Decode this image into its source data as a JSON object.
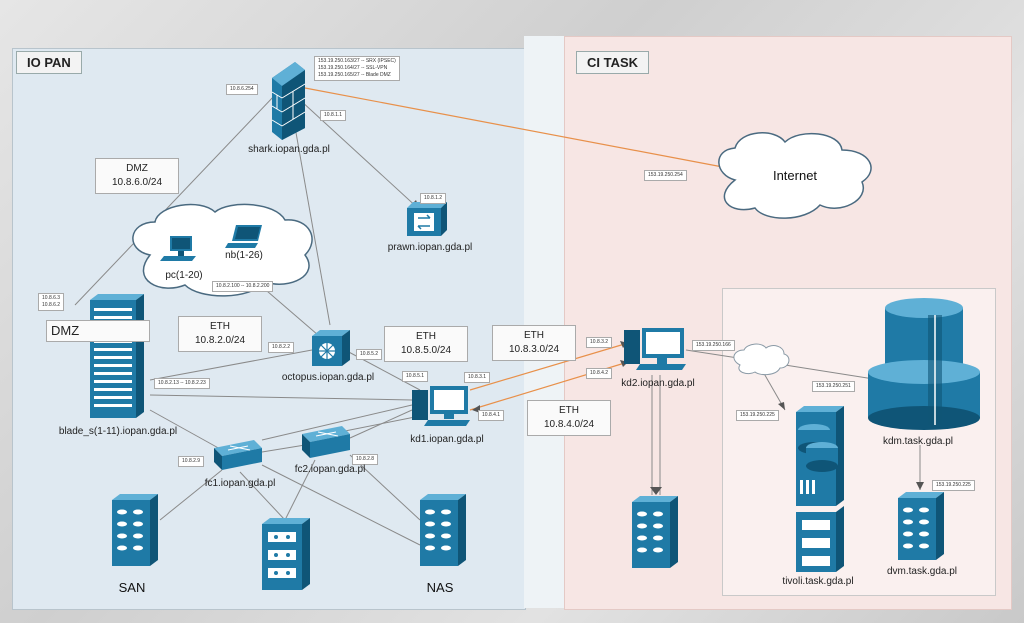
{
  "zones": {
    "left_title": "IO PAN",
    "right_title": "CI TASK"
  },
  "nodes": {
    "shark": "shark.iopan.gda.pl",
    "prawn": "prawn.iopan.gda.pl",
    "octopus": "octopus.iopan.gda.pl",
    "blade": "blade_s(1-11).iopan.gda.pl",
    "kd1": "kd1.iopan.gda.pl",
    "kd2": "kd2.iopan.gda.pl",
    "fc1": "fc1.iopan.gda.pl",
    "fc2": "fc2.iopan.gda.pl",
    "san": "SAN",
    "nas": "NAS",
    "kdm": "kdm.task.gda.pl",
    "tivoli": "tivoli.task.gda.pl",
    "dvm": "dvm.task.gda.pl",
    "pc": "pc(1-20)",
    "nb": "nb(1-26)",
    "internet": "Internet"
  },
  "network_boxes": {
    "dmz_title": "DMZ",
    "dmz_net": "10.8.6.0/24",
    "dmz_label": "DMZ",
    "eth_title": "ETH",
    "eth_net_2": "10.8.2.0/24",
    "eth_net_5": "10.8.5.0/24",
    "eth_net_3": "10.8.3.0/24",
    "eth_net_4": "10.8.4.0/24"
  },
  "ip_tags": {
    "shark_ips": [
      "153.19.250.163/27 -- SRX (IPSEC)",
      "153.19.250.164/27 -- SSL-VPN",
      "153.19.250.165/27 -- Blade DMZ"
    ],
    "shark_dmz": "10.8.6.254",
    "shark_1_1": "10.8.1.1",
    "prawn": "10.8.1.2",
    "blade_6": [
      "10.8.6.3",
      "10.8.6.2"
    ],
    "dhcp": "10.8.2.100 -- 10.8.2.200",
    "octopus_2": "10.8.2.2",
    "octopus_5": "10.8.5.2",
    "blade_2": "10.8.2.13 -- 10.8.2.23",
    "kd1_5": "10.8.5.1",
    "kd1_3": "10.8.3.1",
    "kd1_4": "10.8.4.1",
    "fc1": "10.8.2.9",
    "fc2": "10.8.2.8",
    "internet": "153.19.250.254",
    "kd2_3": "10.8.3.2",
    "kd2_4": "10.8.4.2",
    "kd2_ext": "153.19.250.166",
    "kdm": "153.19.250.251",
    "tivoli": "153.19.250.225",
    "dvm": "153.19.250.225"
  },
  "colors": {
    "device": "#1f7aa6",
    "device_dark": "#0f5577",
    "link_gray": "#8a8a8a",
    "link_orange": "#e8904a"
  }
}
